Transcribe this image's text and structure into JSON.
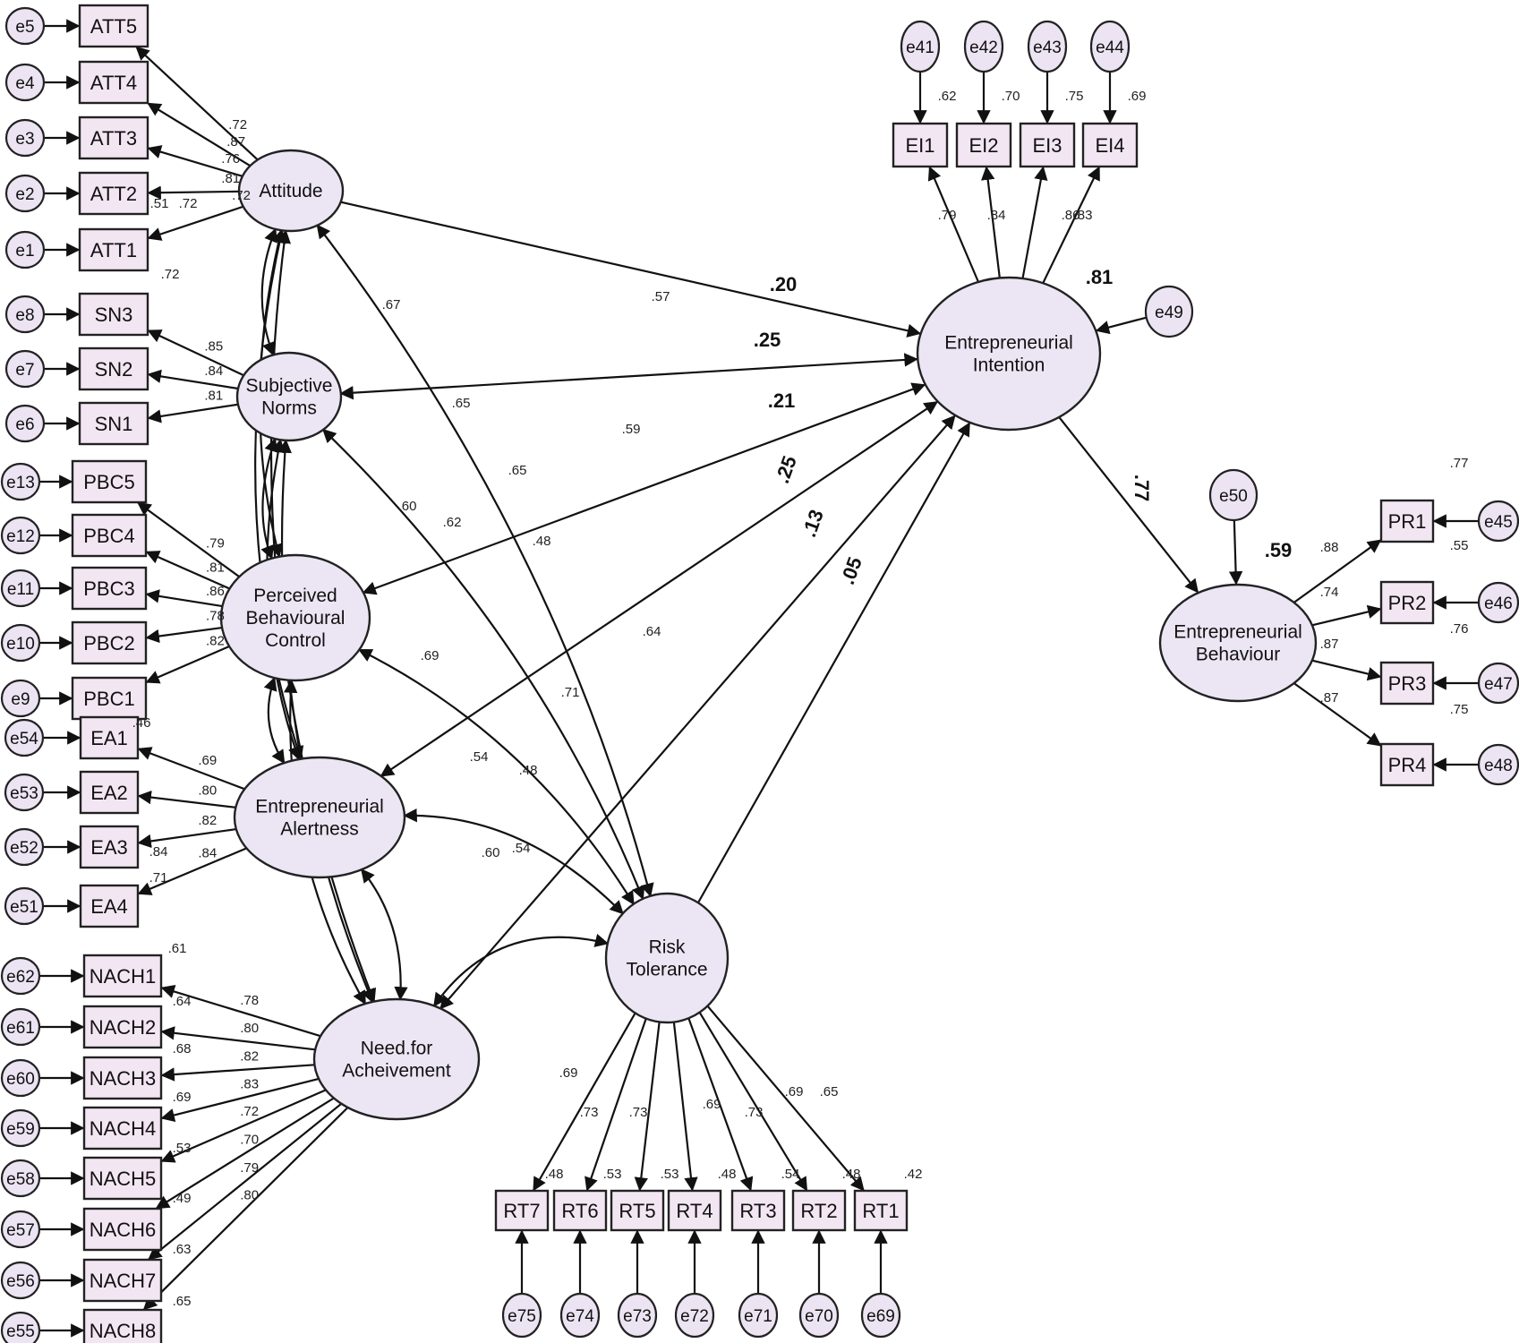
{
  "latents": {
    "att": "Attitude",
    "sn": [
      "Subjective",
      "Norms"
    ],
    "pbc": [
      "Perceived",
      "Behavioural",
      "Control"
    ],
    "ea": [
      "Entrepreneurial",
      "Alertness"
    ],
    "nach": [
      "Need.for",
      "Acheivement"
    ],
    "rt": [
      "Risk",
      "Tolerance"
    ],
    "ei": [
      "Entrepreneurial",
      "Intention"
    ],
    "eb": [
      "Entrepreneurial",
      "Behaviour"
    ]
  },
  "indicators": {
    "att": [
      "ATT5",
      "ATT4",
      "ATT3",
      "ATT2",
      "ATT1"
    ],
    "sn": [
      "SN3",
      "SN2",
      "SN1"
    ],
    "pbc": [
      "PBC5",
      "PBC4",
      "PBC3",
      "PBC2",
      "PBC1"
    ],
    "ea": [
      "EA1",
      "EA2",
      "EA3",
      "EA4"
    ],
    "nach": [
      "NACH1",
      "NACH2",
      "NACH3",
      "NACH4",
      "NACH5",
      "NACH6",
      "NACH7",
      "NACH8"
    ],
    "ei": [
      "EI1",
      "EI2",
      "EI3",
      "EI4"
    ],
    "pr": [
      "PR1",
      "PR2",
      "PR3",
      "PR4"
    ],
    "rt": [
      "RT7",
      "RT6",
      "RT5",
      "RT4",
      "RT3",
      "RT2",
      "RT1"
    ]
  },
  "errors": {
    "att": [
      "e5",
      "e4",
      "e3",
      "e2",
      "e1"
    ],
    "sn": [
      "e8",
      "e7",
      "e6"
    ],
    "pbc": [
      "e13",
      "e12",
      "e11",
      "e10",
      "e9"
    ],
    "ea": [
      "e54",
      "e53",
      "e52",
      "e51"
    ],
    "nach": [
      "e62",
      "e61",
      "e60",
      "e59",
      "e58",
      "e57",
      "e56",
      "e55"
    ],
    "ei": [
      "e41",
      "e42",
      "e43",
      "e44"
    ],
    "pr": [
      "e45",
      "e46",
      "e47",
      "e48"
    ],
    "rt": [
      "e75",
      "e74",
      "e73",
      "e72",
      "e71",
      "e70",
      "e69"
    ],
    "ei_resid": "e49",
    "eb_resid": "e50"
  },
  "loadings": {
    "att": [
      ".72",
      ".87",
      ".76",
      ".81",
      ".72"
    ],
    "sn": [
      ".85",
      ".84",
      ".81"
    ],
    "pbc": [
      ".79",
      ".81",
      ".86",
      ".78",
      ".82"
    ],
    "ea": [
      ".69",
      ".80",
      ".82",
      ".84"
    ],
    "nach": [
      ".78",
      ".80",
      ".82",
      ".83",
      ".72",
      ".70",
      ".79",
      ".80"
    ],
    "ei": [
      ".79",
      ".84",
      ".86",
      ".83"
    ],
    "pr": [
      ".88",
      ".74",
      ".87",
      ".87"
    ],
    "rt": [
      ".69",
      ".73",
      ".73",
      ".69",
      ".73",
      ".69",
      ".65"
    ]
  },
  "r2": {
    "att": [
      ".51",
      ".72",
      ".72"
    ],
    "ei": [
      ".62",
      ".70",
      ".75",
      ".69"
    ],
    "pr": [
      ".77",
      ".55",
      ".76",
      ".75"
    ],
    "rt": [
      ".48",
      ".53",
      ".53",
      ".48",
      ".54",
      ".48",
      ".42"
    ],
    "pbc": [
      ".46"
    ],
    "nach": [
      ".61",
      ".64",
      ".68",
      ".69",
      ".53",
      ".49",
      ".63",
      ".65"
    ],
    "ea": [
      ".84",
      ".71"
    ]
  },
  "paths": {
    "att_ei": ".20",
    "sn_ei": ".25",
    "pbc_ei": ".21",
    "ea_ei": ".25",
    "nach_ei": ".13",
    "rt_ei": ".05",
    "ei_eb": ".77",
    "ei_r2": ".81",
    "eb_r2": ".59"
  },
  "correlations": {
    "att_sn": ".67",
    "att_pbc": ".65",
    "att_ea": ".65",
    "att_nach": ".54",
    "att_rt": ".57",
    "sn_rt": ".59",
    "sn_pbc": ".60",
    "sn_ea": ".62",
    "sn_nach": ".48",
    "pbc_rt": ".64",
    "pbc_ea": ".69",
    "pbc_nach": ".48",
    "ea_rt": ".71",
    "ea_nach": ".60",
    "nach_rt": ".54"
  }
}
